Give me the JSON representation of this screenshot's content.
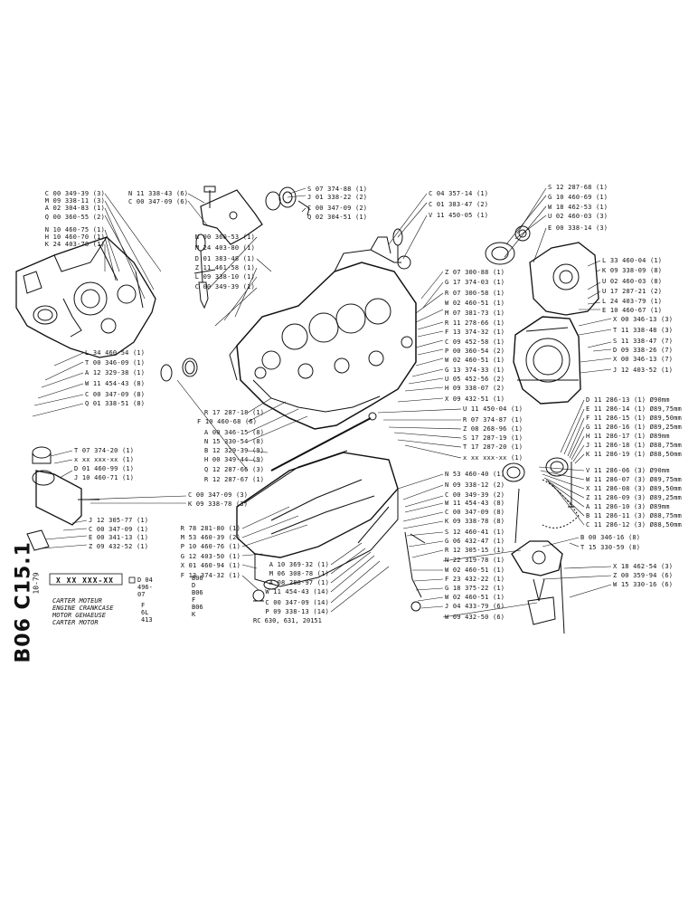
{
  "sheet": {
    "code": "B06 C15.1",
    "date": "10-79",
    "part_number": "X XX XXX-XX",
    "replacement": "D 04 496-07",
    "variants": [
      "B06 D",
      "B06 F",
      "B06 K"
    ],
    "titles": [
      "CARTER MOTEUR",
      "ENGINE CRANKCASE",
      "MOTOR GEHAEUSE",
      "CARTER MOTOR"
    ],
    "engine": "F 6L 413",
    "reference": "RC 630, 631, 20151"
  },
  "labels": {
    "l01": "C 00 349-39 (3)",
    "l02": "M 09 338-11 (3)",
    "l03": "A 02 304-83 (1)",
    "l04": "Q 00 360-55 (2)",
    "l05": "N 10 460-75 (1)",
    "l06": "H 10 460-70 (1)",
    "l07": "K 24 403-78 (1)",
    "l08": "N 11 338-43 (6)",
    "l09": "C 00 347-09 (6)",
    "l10": "S 07 374-88 (1)",
    "l11": "J 01 338-22 (2)",
    "l12": "C 00 347-09 (2)",
    "l13": "Q 02 304-51 (1)",
    "l14": "C 04 357-14 (1)",
    "l15": "C 01 383-47 (2)",
    "l16": "V 11 450-05 (1)",
    "l17": "S 12 287-68 (1)",
    "l18": "G 10 460-69 (1)",
    "l19": "W 18 462-53 (1)",
    "l20": "U 02 460-03 (3)",
    "l21": "E 00 338-14 (3)",
    "l22": "N 00 360-53 (1)",
    "l23": "M 24 403-80 (1)",
    "l24": "D 01 383-48 (1)",
    "l25": "Z 11 461-58 (1)",
    "l26": "L 09 338-10 (1)",
    "l27": "C 00 349-39 (1)",
    "l28": "L 33 460-04 (1)",
    "l29": "K 09 338-09 (8)",
    "l30": "U 02 460-03 (8)",
    "l31": "U 17 287-21 (2)",
    "l32": "L 24 403-79 (1)",
    "l33": "E 10 460-67 (1)",
    "l34": "Z 07 300-88 (1)",
    "l35": "G 17 374-03 (1)",
    "l36": "R 07 300-58 (1)",
    "l37": "W 02 460-51 (1)",
    "l38": "M 07 381-73 (1)",
    "l39": "R 11 278-66 (1)",
    "l40": "F 13 374-32 (1)",
    "l41": "C 09 452-58 (1)",
    "l42": "P 00 360-54 (2)",
    "l43": "W 02 460-51 (1)",
    "l44": "G 13 374-33 (1)",
    "l45": "U 05 452-56 (2)",
    "l46": "H 09 338-07 (2)",
    "l47": "X 09 432-51 (1)",
    "l48": "X 00 346-13 (3)",
    "l49": "T 11 338-48 (3)",
    "l50": "S 11 338-47 (7)",
    "l51": "D 09 338-26 (7)",
    "l52": "X 00 346-13 (7)",
    "l53": "J 12 403-52 (1)",
    "l54": "L 34 460-54 (1)",
    "l55": "T 00 346-09 (1)",
    "l56": "A 12 329-38 (1)",
    "l57": "W 11 454-43 (8)",
    "l58": "C 00 347-09 (8)",
    "l59": "Q 01 338-51 (8)",
    "l60": "R 17 287-18 (1)",
    "l61": "F 10 460-68 (6)",
    "l62": "A 00 346-15 (8)",
    "l63": "N 15 330-54 (8)",
    "l64": "B 12 329-39 (9)",
    "l65": "H 00 349-44 (9)",
    "l66": "Q 12 287-66 (3)",
    "l67": "R 12 287-67 (1)",
    "l68": "U 11 450-04 (1)",
    "l69": "R 07 374-87 (1)",
    "l70": "Z 08 268-96 (1)",
    "l71": "S 17 287-19 (1)",
    "l72": "T 17 287-20 (1)",
    "l73": "x xx xxx-xx (1)",
    "l74": "T 07 374-20 (1)",
    "l75": "x xx xxx-xx (1)",
    "l76": "D 01 460-99 (1)",
    "l77": "J 10 460-71 (1)",
    "l78": "C 00 347-09 (3)",
    "l79": "K 09 338-78 (3)",
    "l80": "J 12 305-77 (1)",
    "l81": "C 00 347-09 (1)",
    "l82": "E 00 341-13 (1)",
    "l83": "Z 09 432-52 (1)",
    "l84": "R 78 281-80 (1)",
    "l85": "M 53 460-39 (2)",
    "l86": "P 10 460-76 (1)",
    "l87": "G 12 403-50 (1)",
    "l88": "X 01 460-94 (1)",
    "l89": "F 13 374-32 (1)",
    "l90": "N 53 460-40 (1)",
    "l91": "N 09 338-12 (2)",
    "l92": "C 00 349-39 (2)",
    "l93": "W 11 454-43 (8)",
    "l94": "C 00 347-09 (8)",
    "l95": "K 09 338-78 (8)",
    "l96": "S 12 460-41 (1)",
    "l97": "G 06 432-47 (1)",
    "l98": "R 12 305-15 (1)",
    "l99": "N 22 319-78 (1)",
    "l100": "W 02 460-51 (1)",
    "l101": "F 23 432-22 (1)",
    "l102": "G 18 375-22 (1)",
    "l103": "W 02 460-51 (1)",
    "l104": "J 04 433-79 (6)",
    "l105": "W 09 432-50 (6)",
    "l106": "A 10 369-32 (1)",
    "l107": "M 06 308-78 (1)",
    "l108": "A 08 288-97 (1)",
    "l109": "W 11 454-43 (14)",
    "l110": "C 00 347-09 (14)",
    "l111": "P 09 338-13 (14)",
    "l112": "D 11 286-13 (1) Ø90mm",
    "l113": "E 11 286-14 (1) Ø89,75mm",
    "l114": "F 11 286-15 (1) Ø89,50mm",
    "l115": "G 11 286-16 (1) Ø89,25mm",
    "l116": "H 11 286-17 (1) Ø89mm",
    "l117": "J 11 286-18 (1) Ø88,75mm",
    "l118": "K 11 286-19 (1) Ø88,50mm",
    "l119": "V 11 286-06 (3) Ø90mm",
    "l120": "W 11 286-07 (3) Ø89,75mm",
    "l121": "X 11 286-08 (3) Ø89,50mm",
    "l122": "Z 11 286-09 (3) Ø89,25mm",
    "l123": "A 11 286-10 (3) Ø89mm",
    "l124": "B 11 286-11 (3) Ø88,75mm",
    "l125": "C 11 286-12 (3) Ø88,50mm",
    "l126": "B 00 346-16 (8)",
    "l127": "T 15 330-59 (8)",
    "l128": "X 18 462-54 (3)",
    "l129": "Z 00 359-94 (6)",
    "l130": "W 15 330-16 (6)"
  }
}
